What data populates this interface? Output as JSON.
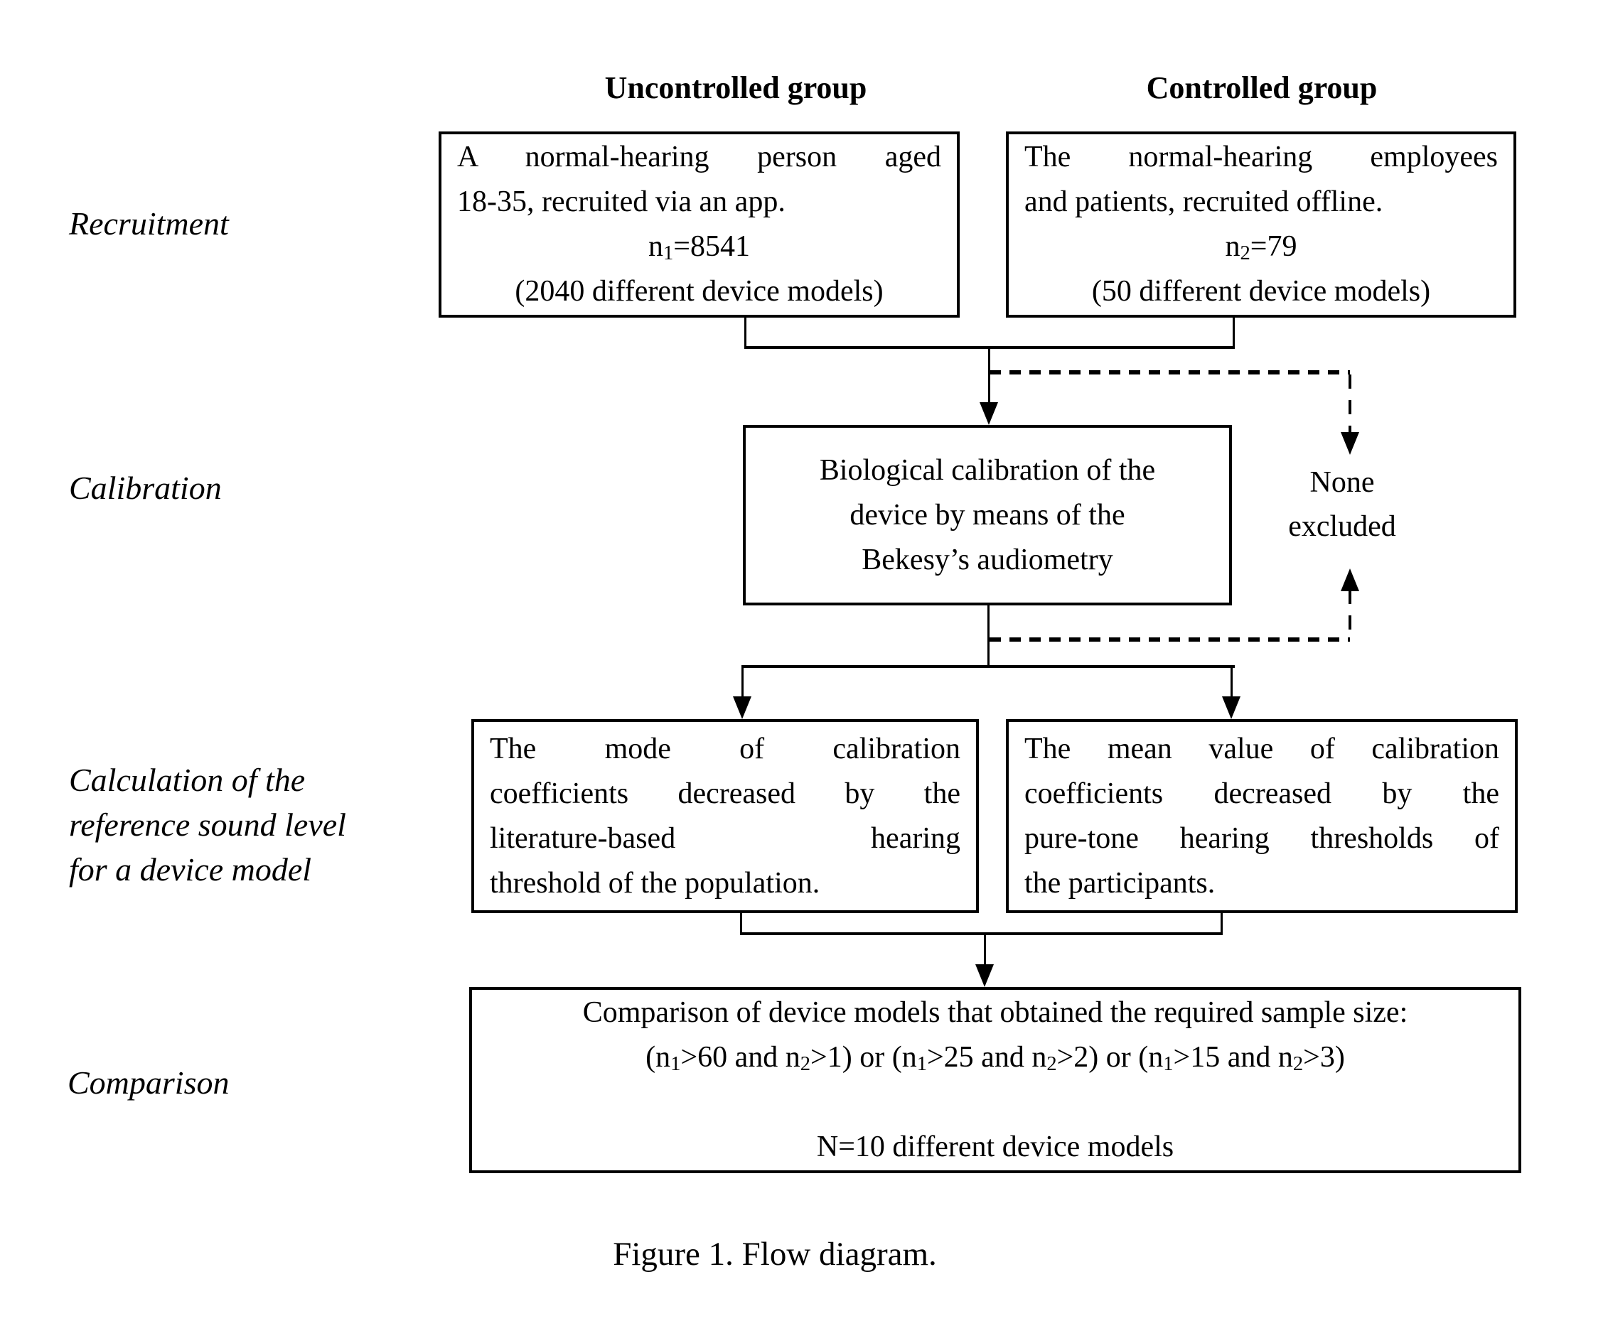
{
  "figure": {
    "headers": {
      "uncontrolled": "Uncontrolled group",
      "controlled": "Controlled group"
    },
    "stage_labels": {
      "recruitment": "Recruitment",
      "calibration": "Calibration",
      "calculation": "Calculation of the\nreference sound level\nfor a device model",
      "comparison": "Comparison"
    },
    "boxes": {
      "recruitment_uncontrolled": {
        "line1": "A normal-hearing person aged",
        "line2": "18-35, recruited via an app.",
        "line3": [
          {
            "t": "n"
          },
          {
            "sub": "1"
          },
          {
            "t": "=8541"
          }
        ],
        "line4": "(2040 different device models)"
      },
      "recruitment_controlled": {
        "line1": "The normal-hearing employees",
        "line2": "and patients, recruited offline.",
        "line3": [
          {
            "t": "n"
          },
          {
            "sub": "2"
          },
          {
            "t": "=79"
          }
        ],
        "line4": "(50 different device models)"
      },
      "calibration": {
        "line1": "Biological calibration of the",
        "line2": "device by means of the",
        "line3": "Bekesy’s audiometry"
      },
      "none_excluded": {
        "line1": "None",
        "line2": "excluded"
      },
      "calc_uncontrolled": {
        "line1": "The mode of calibration",
        "line2": "coefficients decreased by the",
        "line3": "literature-based hearing",
        "line4": "threshold of the population."
      },
      "calc_controlled": {
        "line1": "The mean value of calibration",
        "line2": "coefficients decreased by the",
        "line3": "pure-tone hearing thresholds of",
        "line4": "the participants."
      },
      "comparison": {
        "line1": "Comparison of device models that obtained the required sample size:",
        "line2": [
          {
            "t": "(n"
          },
          {
            "sub": "1"
          },
          {
            "t": ">60 and n"
          },
          {
            "sub": "2"
          },
          {
            "t": ">1) or (n"
          },
          {
            "sub": "1"
          },
          {
            "t": ">25 and n"
          },
          {
            "sub": "2"
          },
          {
            "t": ">2) or (n"
          },
          {
            "sub": "1"
          },
          {
            "t": ">15 and n"
          },
          {
            "sub": "2"
          },
          {
            "t": ">3)"
          }
        ],
        "line3": "N=10 different device models"
      }
    },
    "caption": "Figure 1. Flow diagram.",
    "colors": {
      "ink": "#000000",
      "background": "#ffffff"
    }
  }
}
